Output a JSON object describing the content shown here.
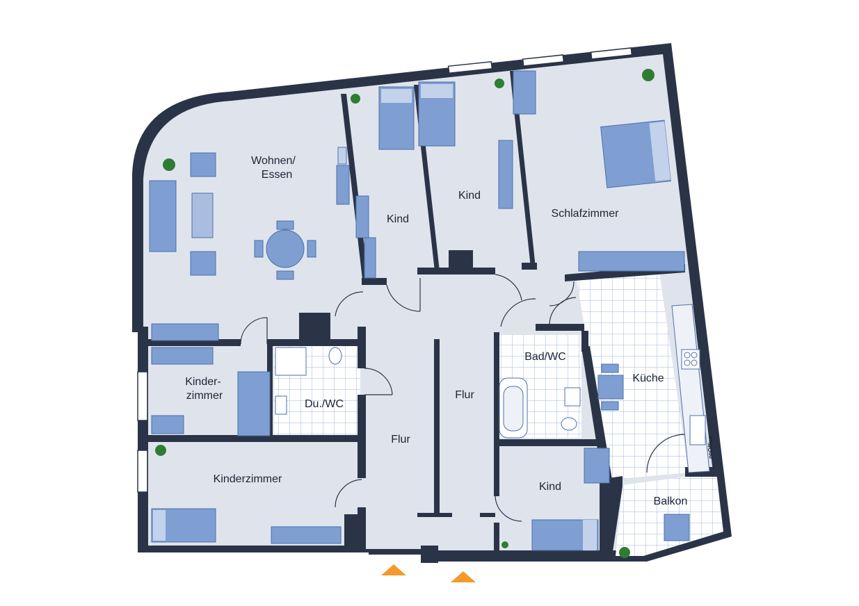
{
  "rooms": {
    "wohnen_line1": "Wohnen/",
    "wohnen_line2": "Essen",
    "kind_a": "Kind",
    "kind_b": "Kind",
    "schlafzimmer": "Schlafzimmer",
    "kinderzimmer_small_line1": "Kinder-",
    "kinderzimmer_small_line2": "zimmer",
    "du_wc": "Du./WC",
    "flur_left": "Flur",
    "flur_right": "Flur",
    "bad_wc": "Bad/WC",
    "kueche": "Küche",
    "kinderzimmer": "Kinderzimmer",
    "kind_c": "Kind",
    "balkon": "Balkon"
  },
  "brand": {
    "text": "onOffice"
  },
  "entrances": [
    "entrance-left",
    "entrance-right"
  ],
  "colors": {
    "wall": "#2b3447",
    "floor": "#dfe4ec",
    "furniture": "#7f9fd2",
    "furniture_edge": "#4d6fa8",
    "tile": "#ffffff",
    "arrow": "#f39a2b",
    "plant": "#2f7d32"
  }
}
